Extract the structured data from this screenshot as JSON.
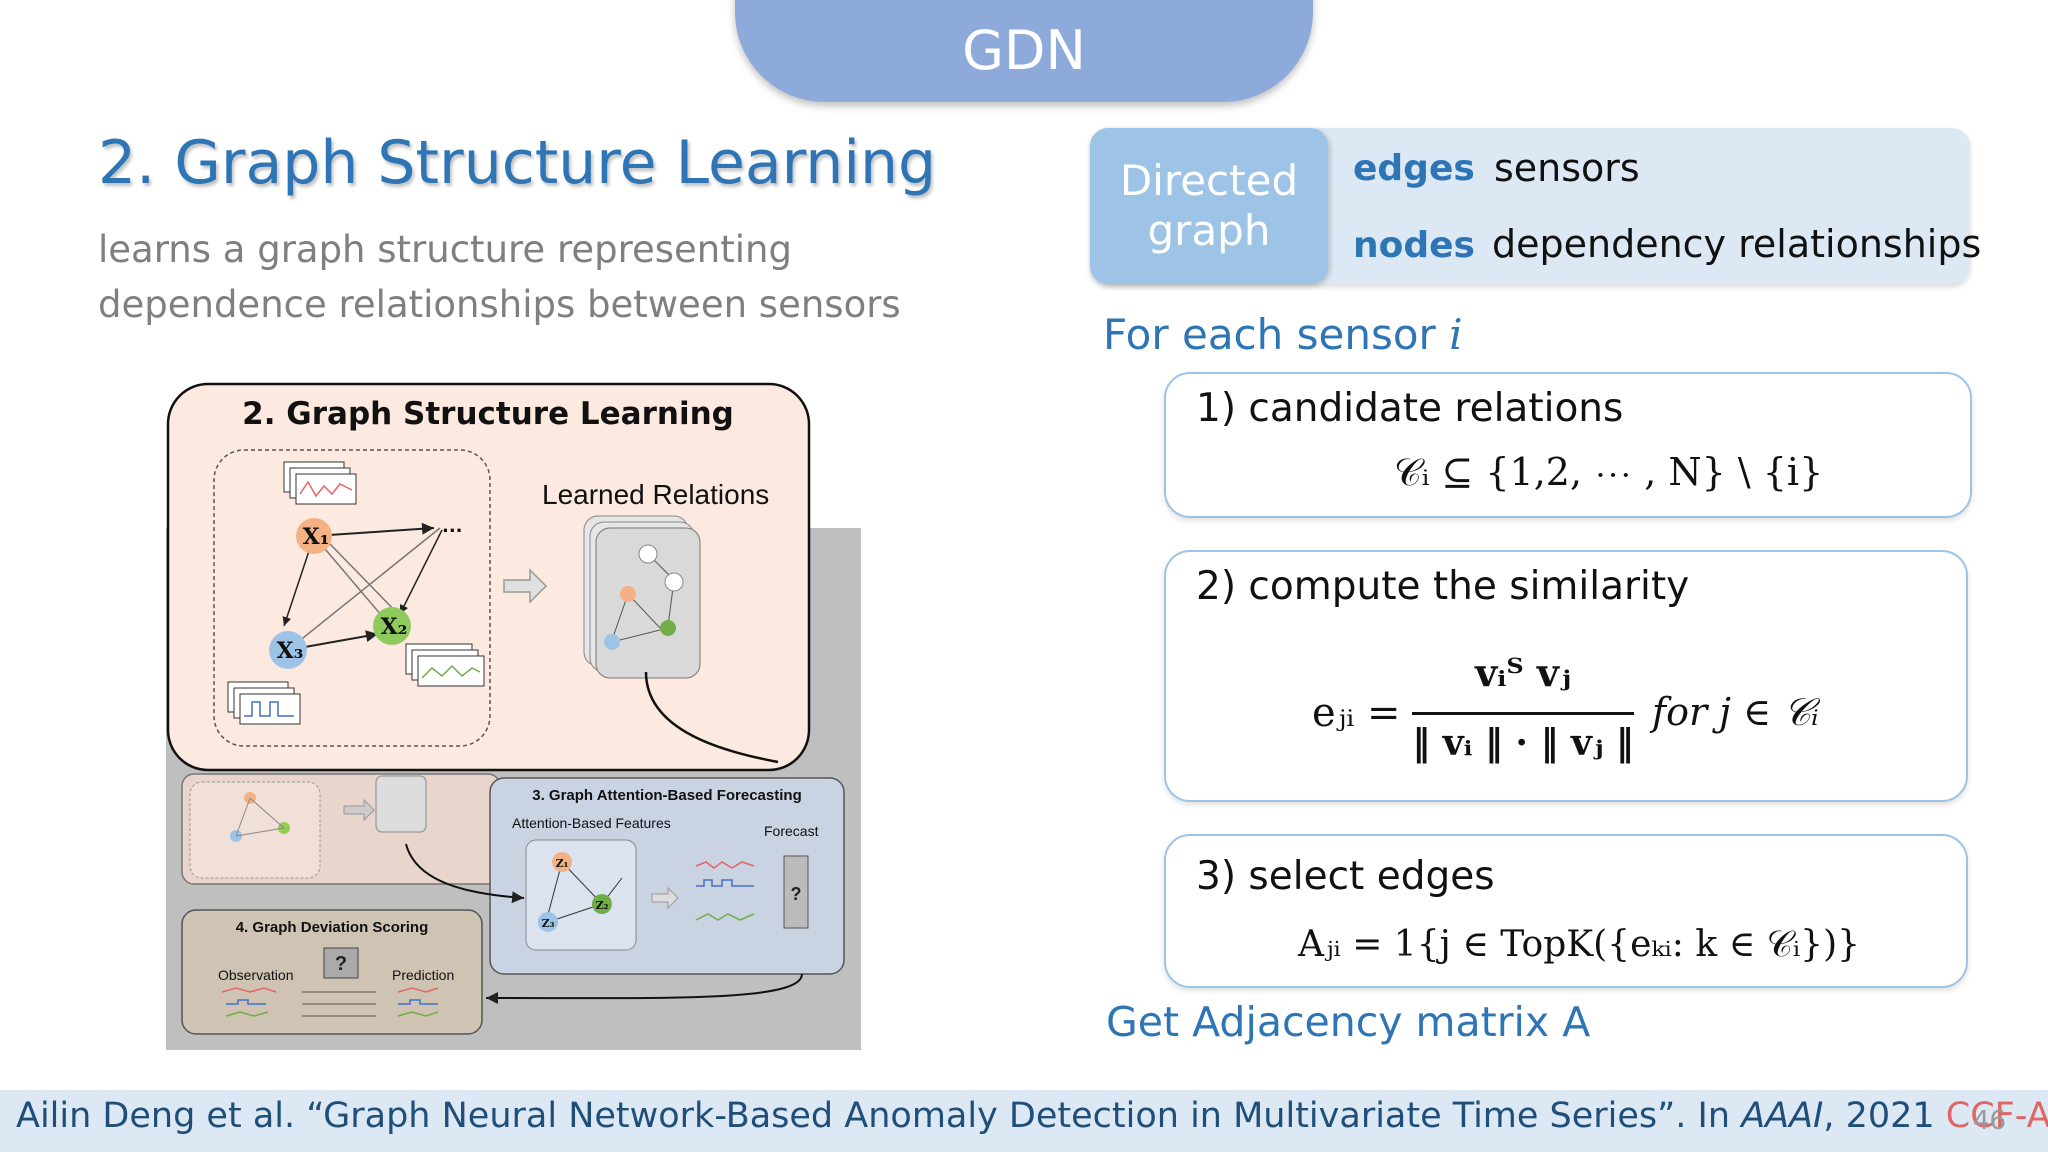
{
  "header": {
    "tab_label": "GDN"
  },
  "slide": {
    "title": "2. Graph Structure Learning",
    "subtitle_line1": "learns a graph structure representing",
    "subtitle_line2": "dependence relationships between sensors"
  },
  "figure": {
    "main_title": "2. Graph Structure Learning",
    "learned_relations": "Learned Relations",
    "node_x1": "X₁",
    "node_x2": "X₂",
    "node_x3": "X₃",
    "ellipsis": "...",
    "forecasting_title": "3. Graph Attention-Based Forecasting",
    "attention_features": "Attention-Based Features",
    "forecast": "Forecast",
    "deviation_title": "4. Graph Deviation Scoring",
    "observation": "Observation",
    "prediction": "Prediction",
    "question_mark": "?",
    "node_z1": "Z₁",
    "node_z2": "Z₂",
    "node_z3": "Z₃"
  },
  "directed_graph": {
    "label_line1": "Directed",
    "label_line2": "graph",
    "edges_key": "edges",
    "edges_val": "sensors",
    "nodes_key": "nodes",
    "nodes_val": "dependency relationships"
  },
  "for_each": {
    "text": "For each sensor ",
    "var": "i"
  },
  "steps": [
    {
      "label": "1) candidate relations",
      "formula": "𝒞ᵢ ⊆ {1,2, ⋯ , N} \\ {i}"
    },
    {
      "label": "2) compute the similarity",
      "lhs": "eⱼᵢ =",
      "numerator": "vᵢᵀ vⱼ",
      "denominator": "‖ vᵢ ‖ · ‖ vⱼ ‖",
      "rhs": "for j ∈ 𝒞ᵢ"
    },
    {
      "label": "3) select edges",
      "formula": "Aⱼᵢ = 1{j ∈ TopK({eₖᵢ: k ∈ 𝒞ᵢ})}"
    }
  ],
  "get_adjacency": "Get Adjacency matrix A",
  "footer": {
    "citation": "Ailin Deng et al. “Graph Neural Network-Based Anomaly Detection in Multivariate Time Series”. In ",
    "venue": "AAAI",
    "year": ", 2021 ",
    "ccf": "CCF-A",
    "page_number": "46"
  }
}
